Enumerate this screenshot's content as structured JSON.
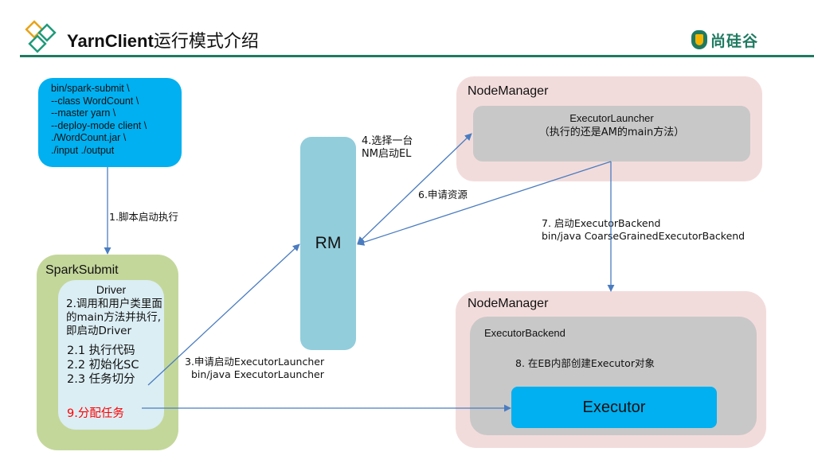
{
  "header": {
    "title_en": "YarnClient",
    "title_zh": "运行模式介绍",
    "brand": "尚硅谷",
    "colors": {
      "rule": "#1f7a60",
      "diamond_orange": "#e8a317",
      "diamond_teal": "#1f9a7a"
    }
  },
  "command_box": {
    "lines": [
      "bin/spark-submit \\",
      "--class WordCount \\",
      "--master yarn \\",
      "--deploy-mode client \\",
      "./WordCount.jar \\",
      "./input ./output"
    ],
    "color": "#00b0f0"
  },
  "spark_submit": {
    "label": "SparkSubmit",
    "driver": {
      "title": "Driver",
      "description": "2.调用和用户类里面的main方法并执行,即启动Driver",
      "steps": [
        "2.1 执行代码",
        "2.2 初始化SC",
        "2.3 任务切分"
      ],
      "step9": "9.分配任务"
    }
  },
  "rm": {
    "label": "RM"
  },
  "node_manager_top": {
    "label": "NodeManager",
    "launcher": {
      "title": "ExecutorLauncher",
      "subtitle": "（执行的还是AM的main方法）"
    }
  },
  "node_manager_bottom": {
    "label": "NodeManager",
    "backend": {
      "label": "ExecutorBackend",
      "step8": "8. 在EB内部创建Executor对象",
      "executor": "Executor"
    }
  },
  "arrow_labels": {
    "step1": "1.脚本启动执行",
    "step3_line1": "3.申请启动ExecutorLauncher",
    "step3_line2": "bin/java ExecutorLauncher",
    "step4_line1": "4.选择一台",
    "step4_line2": "NM启动EL",
    "step6": "6.申请资源",
    "step7_line1": "7. 启动ExecutorBackend",
    "step7_line2": "bin/java CoarseGrainedExecutorBackend"
  }
}
